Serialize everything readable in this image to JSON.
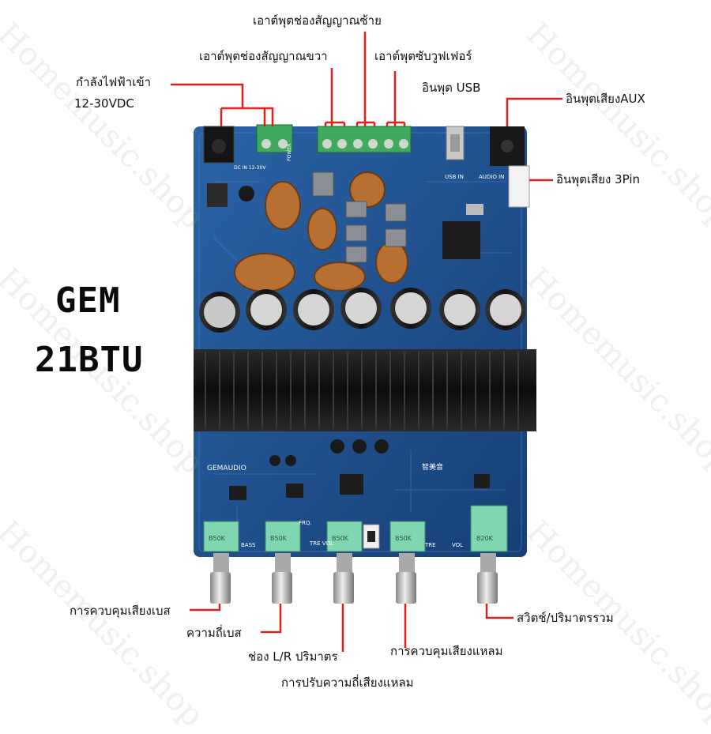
{
  "watermark": "Homemusic.shop",
  "model": {
    "line1": "GEM",
    "line2": "21BTU"
  },
  "callouts": {
    "power_in": {
      "line1": "กำลังไฟฟ้าเข้า",
      "line2": "12-30VDC"
    },
    "right_out": "เอาต์พุตช่องสัญญาณขวา",
    "left_out": "เอาต์พุตช่องสัญญาณซ้าย",
    "sub_out": "เอาต์พุตซับวูฟเฟอร์",
    "usb_in": "อินพุต USB",
    "aux_in": "อินพุตเสียงAUX",
    "pin3_in": "อินพุตเสียง 3Pin",
    "bass_ctrl": "การควบคุมเสียงเบส",
    "bass_freq": "ความถี่เบส",
    "lr_volume": "ช่อง L/R ปริมาตร",
    "treble_freq": "การปรับความถี่เสียงแหลม",
    "treble_ctrl": "การควบคุมเสียงแหลม",
    "switch_volume": "สวิตช์/ปริมาตรรวม"
  },
  "board": {
    "brand": "GEMAUDIO",
    "chinese_brand": "智美音",
    "dc_in": "DC IN 12-30V",
    "power": "POWER",
    "usb_in": "USB IN",
    "audio_in": "AUDIO IN",
    "pot_value": "B50K",
    "pot_value_master": "B20K",
    "knob_labels": [
      "BASS",
      "FRQ.",
      "TRE VOL",
      "TRE",
      "VOL"
    ]
  },
  "colors": {
    "board": "#1b4a86",
    "heatsink": "#141414",
    "callout_line": "#e0201c",
    "pot": "#7fd6b0"
  }
}
